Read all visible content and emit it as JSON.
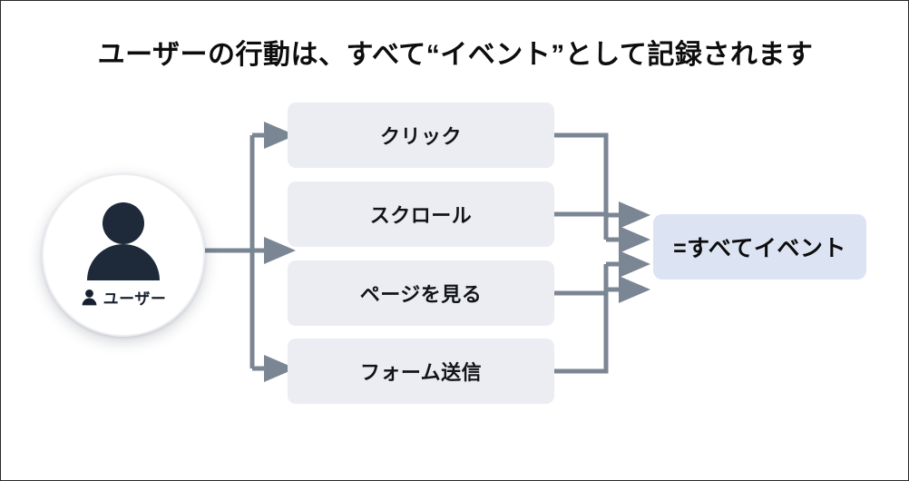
{
  "slide": {
    "title": "ユーザーの行動は、すべて“イベント”として記録されます",
    "background_color": "#ffffff",
    "border_color": "#2a2a2a"
  },
  "user_node": {
    "avatar_icon": "person-silhouette-icon",
    "caption_icon": "small-person-icon",
    "caption": "ユーザー",
    "shape": "circle",
    "fill_color": "#ffffff",
    "icon_color": "#1e2a3a"
  },
  "actions": {
    "box_fill_color": "#ecedf2",
    "items": [
      {
        "label": "クリック"
      },
      {
        "label": "スクロール"
      },
      {
        "label": "ページを見る"
      },
      {
        "label": "フォーム送信"
      }
    ]
  },
  "result": {
    "label": "=すべてイベント",
    "fill_color": "#dce3f3",
    "text_color": "#0d0d0d"
  },
  "connectors": {
    "color": "#7b8694",
    "left_branch_count": 3,
    "right_merge_count": 4,
    "arrow_style": "solid-triangle"
  }
}
